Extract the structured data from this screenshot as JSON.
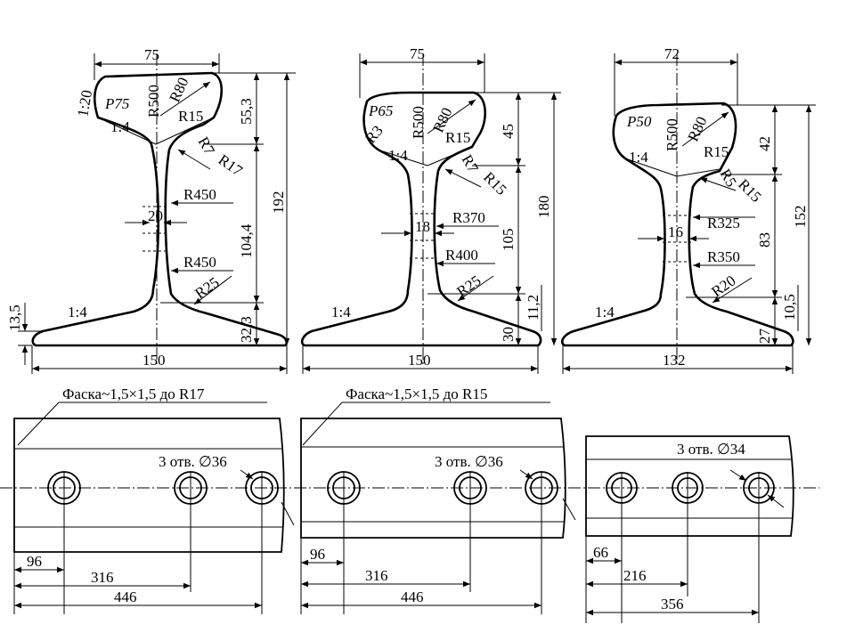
{
  "profiles": [
    {
      "name": "P75",
      "dims": {
        "head_width": "75",
        "base_width": "150",
        "height": "192",
        "head_height": "55,3",
        "web_height": "104,4",
        "foot_height": "32,3",
        "foot_edge": "13,5",
        "web_thickness": "20"
      },
      "radii": {
        "top": "R500",
        "crown": "R80",
        "head_corner": "R15",
        "web_fillet_top": "R7",
        "head_underside": "R17",
        "web_upper": "R450",
        "web_lower": "R450",
        "foot_fillet": "R25"
      },
      "slopes": {
        "head_side": "1:20",
        "head_under": "1:4",
        "foot": "1:4"
      }
    },
    {
      "name": "P65",
      "dims": {
        "head_width": "75",
        "base_width": "150",
        "height": "180",
        "head_height": "45",
        "web_height": "105",
        "foot_height": "30",
        "foot_edge": "11,2",
        "web_thickness": "18"
      },
      "radii": {
        "small": "R3",
        "top": "R500",
        "crown": "R80",
        "head_corner": "R15",
        "web_fillet_top": "R7",
        "head_underside": "R15",
        "web_upper": "R370",
        "web_lower": "R400",
        "foot_fillet": "R25"
      },
      "slopes": {
        "head_under": "1:4",
        "foot": "1:4"
      }
    },
    {
      "name": "P50",
      "dims": {
        "head_width": "72",
        "base_width": "132",
        "height": "152",
        "head_height": "42",
        "web_height": "83",
        "foot_height": "27",
        "foot_edge": "10,5",
        "web_thickness": "16"
      },
      "radii": {
        "top": "R500",
        "crown": "R80",
        "head_corner": "R15",
        "web_fillet_top": "R5",
        "head_underside": "R15",
        "web_upper": "R325",
        "web_lower": "R350",
        "foot_fillet": "R20"
      },
      "slopes": {
        "head_under": "1:4",
        "foot": "1:4"
      }
    }
  ],
  "bolt_holes": [
    {
      "chamfer_note": "Фаска~1,5×1,5 до R17",
      "holes_note": "3 отв. ∅36",
      "spacing": [
        "96",
        "316",
        "446"
      ]
    },
    {
      "chamfer_note": "Фаска~1,5×1,5 до R15",
      "holes_note": "3 отв. ∅36",
      "spacing": [
        "96",
        "316",
        "446"
      ]
    },
    {
      "holes_note": "3 отв. ∅34",
      "spacing": [
        "66",
        "216",
        "356"
      ]
    }
  ]
}
